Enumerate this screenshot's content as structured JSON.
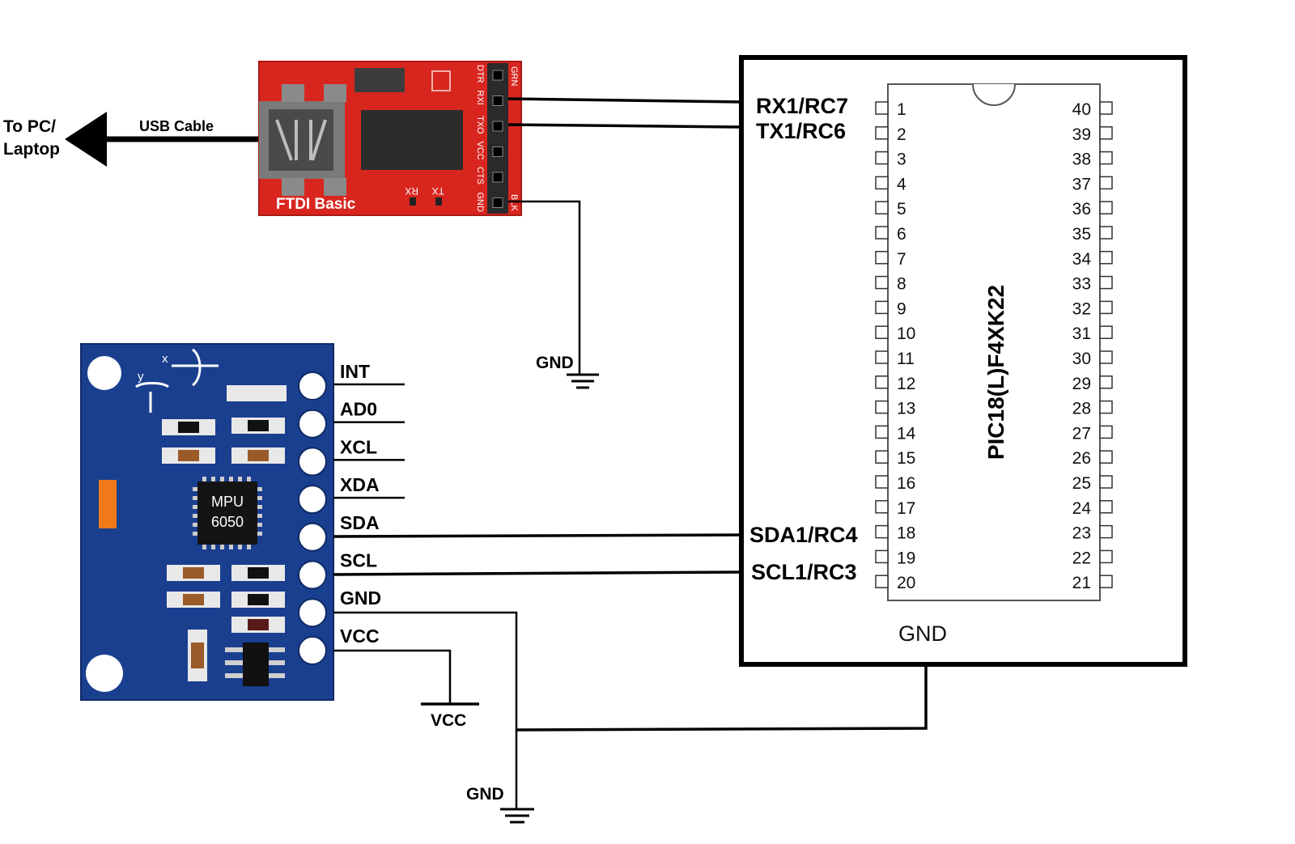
{
  "usb": {
    "to_pc_line1": "To PC/",
    "to_pc_line2": "Laptop",
    "cable_label": "USB Cable"
  },
  "ftdi": {
    "board_label": "FTDI Basic",
    "pins": [
      "DTR",
      "RXI",
      "TXO",
      "VCC",
      "CTS",
      "GND"
    ],
    "edge_top": "GRN",
    "edge_bottom": "BLK",
    "led_labels": [
      "RX",
      "TX"
    ],
    "color": "#d8261f"
  },
  "mpu": {
    "chip_line1": "MPU",
    "chip_line2": "6050",
    "axis_x": "x",
    "axis_y": "y",
    "pins": [
      "INT",
      "AD0",
      "XCL",
      "XDA",
      "SDA",
      "SCL",
      "GND",
      "VCC"
    ],
    "color": "#1a3f8f"
  },
  "pic": {
    "part_label": "PIC18(L)F4XK22",
    "left_pins": [
      "1",
      "2",
      "3",
      "4",
      "5",
      "6",
      "7",
      "8",
      "9",
      "10",
      "11",
      "12",
      "13",
      "14",
      "15",
      "16",
      "17",
      "18",
      "19",
      "20"
    ],
    "right_pins": [
      "40",
      "39",
      "38",
      "37",
      "36",
      "35",
      "34",
      "33",
      "32",
      "31",
      "30",
      "29",
      "28",
      "27",
      "26",
      "25",
      "24",
      "23",
      "22",
      "21"
    ],
    "signal_labels": {
      "rx": "RX1/RC7",
      "tx": "TX1/RC6",
      "sda": "SDA1/RC4",
      "scl": "SCL1/RC3"
    },
    "gnd_label": "GND"
  },
  "grounds": {
    "ftdi_gnd": "GND",
    "bottom_gnd": "GND",
    "vcc": "VCC"
  }
}
